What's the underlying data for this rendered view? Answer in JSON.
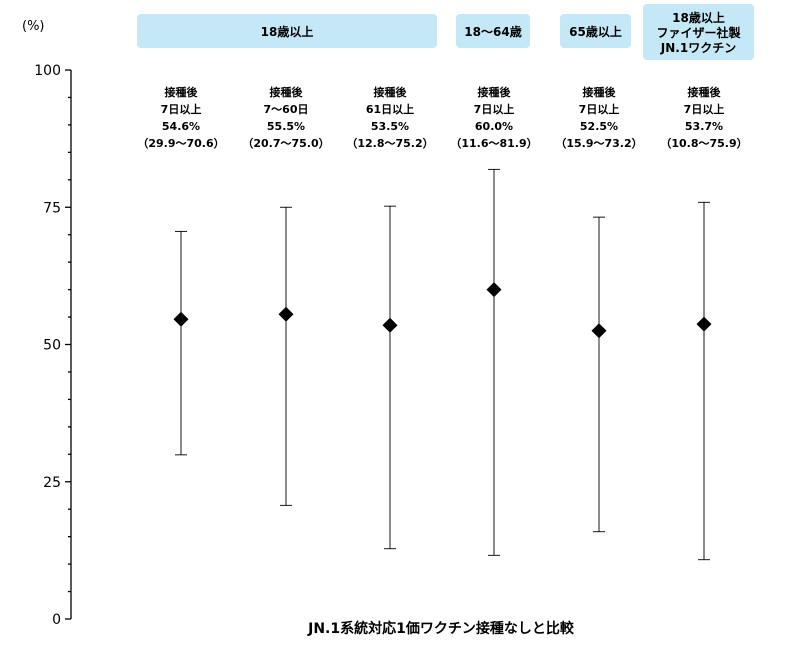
{
  "chart_data": {
    "type": "scatter",
    "unit_label": "(%)",
    "ylim": [
      0,
      100
    ],
    "yticks": [
      0,
      25,
      50,
      75,
      100
    ],
    "xlabel": "JN.1系統対応1価ワクチン接種なしと比較",
    "grid": false,
    "groups": [
      {
        "label": [
          "18歳以上"
        ],
        "span": [
          0,
          2
        ]
      },
      {
        "label": [
          "18～64歳"
        ],
        "span": [
          3,
          3
        ]
      },
      {
        "label": [
          "65歳以上"
        ],
        "span": [
          4,
          4
        ]
      },
      {
        "label": [
          "18歳以上",
          "ファイザー社製",
          "JN.1ワクチン"
        ],
        "span": [
          5,
          5
        ]
      }
    ],
    "points": [
      {
        "label": [
          "接種後",
          "7日以上"
        ],
        "value": 54.6,
        "low": 29.9,
        "high": 70.6,
        "value_text": "54.6%",
        "ci_text": "（29.9～70.6）"
      },
      {
        "label": [
          "接種後",
          "7～60日"
        ],
        "value": 55.5,
        "low": 20.7,
        "high": 75.0,
        "value_text": "55.5%",
        "ci_text": "（20.7～75.0）"
      },
      {
        "label": [
          "接種後",
          "61日以上"
        ],
        "value": 53.5,
        "low": 12.8,
        "high": 75.2,
        "value_text": "53.5%",
        "ci_text": "（12.8～75.2）"
      },
      {
        "label": [
          "接種後",
          "7日以上"
        ],
        "value": 60.0,
        "low": 11.6,
        "high": 81.9,
        "value_text": "60.0%",
        "ci_text": "（11.6～81.9）"
      },
      {
        "label": [
          "接種後",
          "7日以上"
        ],
        "value": 52.5,
        "low": 15.9,
        "high": 73.2,
        "value_text": "52.5%",
        "ci_text": "（15.9～73.2）"
      },
      {
        "label": [
          "接種後",
          "7日以上"
        ],
        "value": 53.7,
        "low": 10.8,
        "high": 75.9,
        "value_text": "53.7%",
        "ci_text": "（10.8～75.9）"
      }
    ]
  }
}
